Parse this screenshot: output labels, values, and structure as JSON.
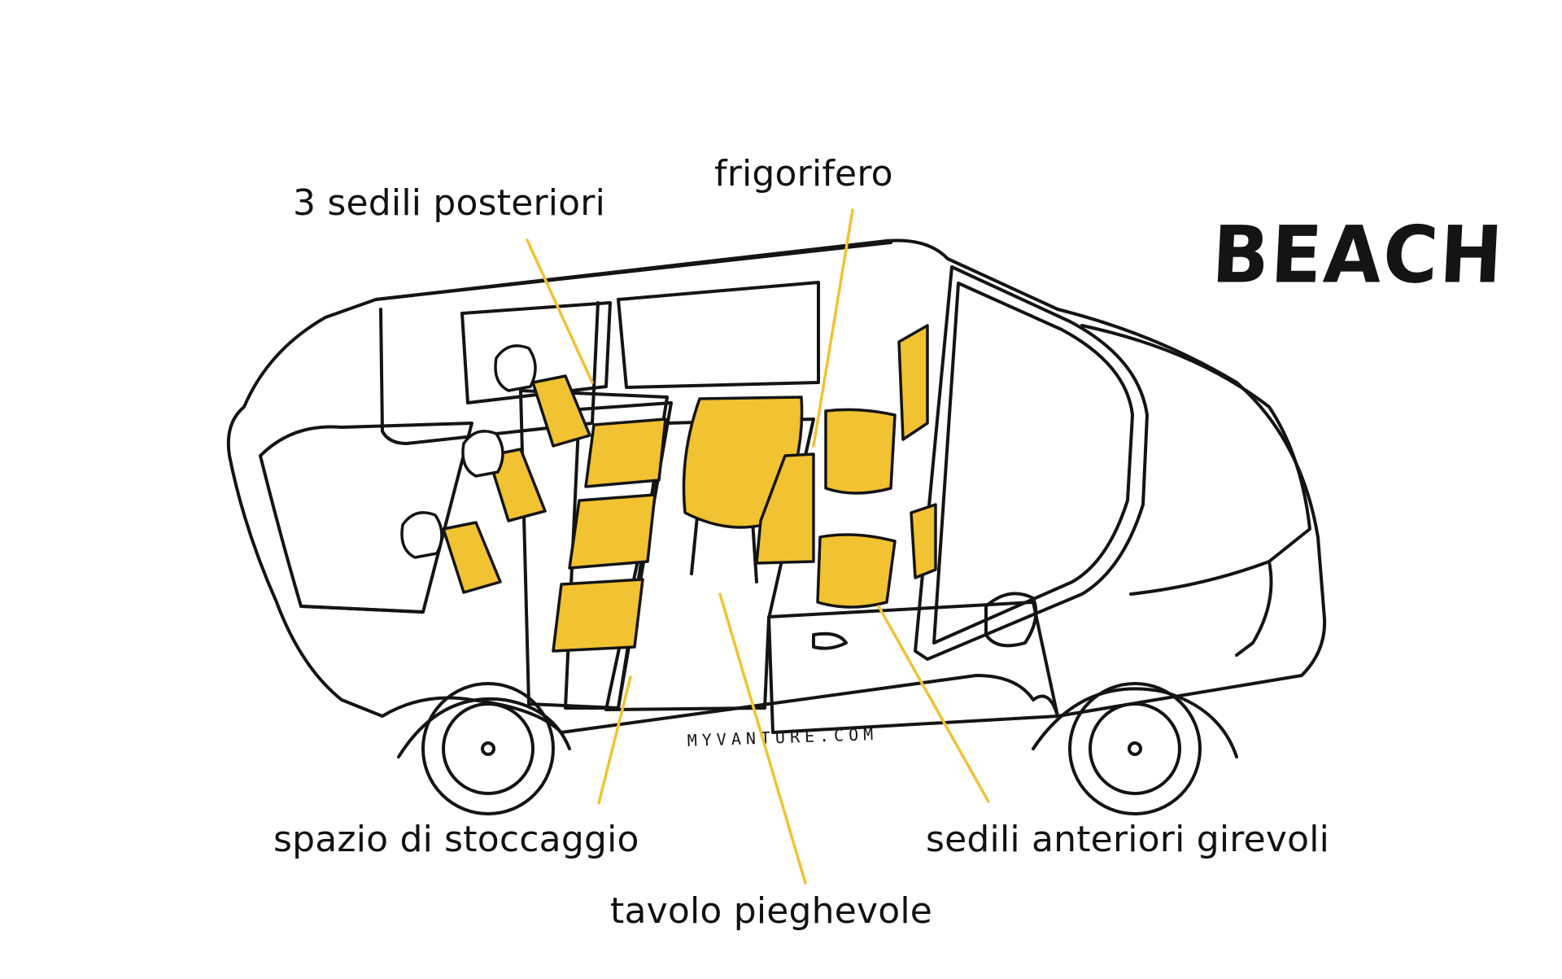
{
  "brand": "BEACH",
  "watermark": "MYVANTURE.COM",
  "labels": {
    "rear_seats": "3 sedili posteriori",
    "fridge": "frigorifero",
    "storage": "spazio di stoccaggio",
    "table": "tavolo pieghevole",
    "front_seats": "sedili anteriori girevoli"
  },
  "colors": {
    "highlight": "#f1c232",
    "line": "#141414",
    "leader": "#f1c232"
  }
}
